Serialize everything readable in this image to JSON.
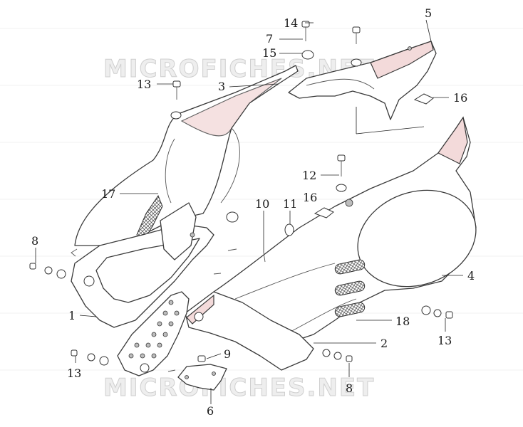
{
  "watermarks": [
    "MICROFICHES.NET",
    "MICROFICHES.NET"
  ],
  "labels": {
    "l1": "1",
    "l2": "2",
    "l3": "3",
    "l4": "4",
    "l5": "5",
    "l6": "6",
    "l7": "7",
    "l8a": "8",
    "l8b": "8",
    "l9": "9",
    "l10": "10",
    "l11": "11",
    "l12": "12",
    "l13a": "13",
    "l13b": "13",
    "l13c": "13",
    "l14": "14",
    "l15": "15",
    "l16a": "16",
    "l16b": "16",
    "l17": "17",
    "l18": "18"
  },
  "colors": {
    "line": "#3a3a3a",
    "shade": "#f3dada",
    "watermark": "#cfcfcf"
  }
}
